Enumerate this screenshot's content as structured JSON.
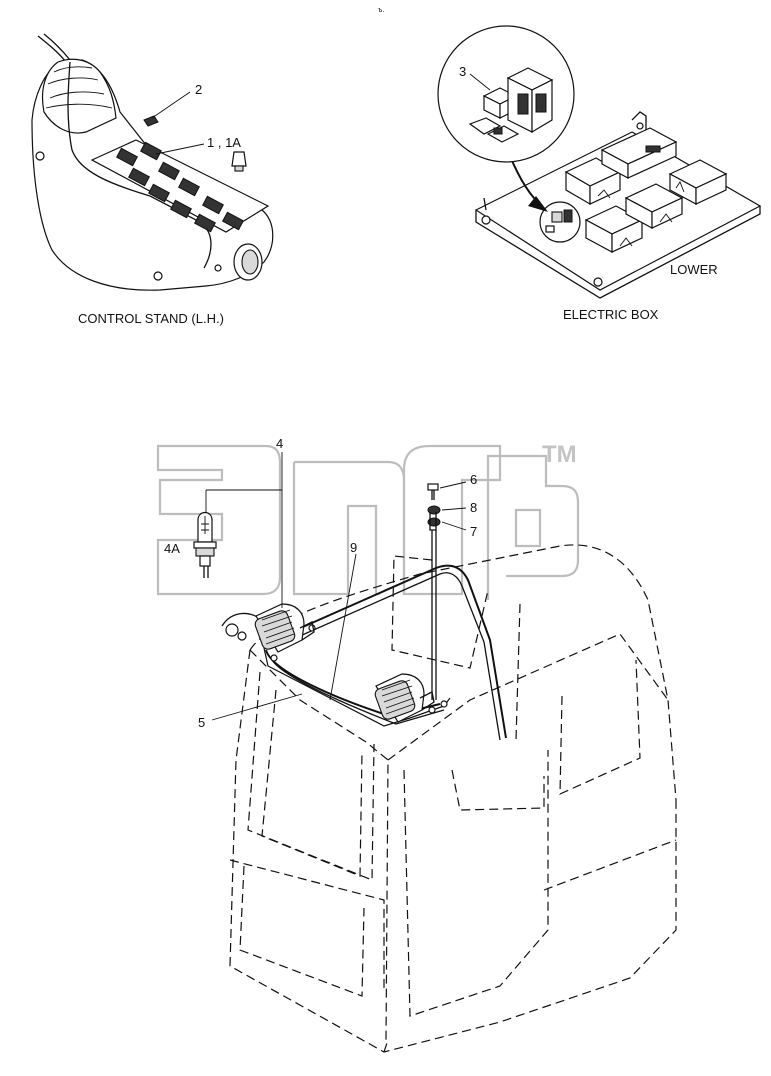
{
  "header_mark": "ъ.",
  "callouts": {
    "c1": "1 , 1A",
    "c2": "2",
    "c3": "3",
    "c4": "4",
    "c4a": "4A",
    "c5": "5",
    "c6": "6",
    "c7": "7",
    "c8": "8",
    "c9": "9"
  },
  "captions": {
    "control_stand": "CONTROL STAND (L.H.)",
    "electric_box": "ELECTRIC BOX",
    "lower": "LOWER"
  },
  "watermark": {
    "tm": "TM"
  }
}
